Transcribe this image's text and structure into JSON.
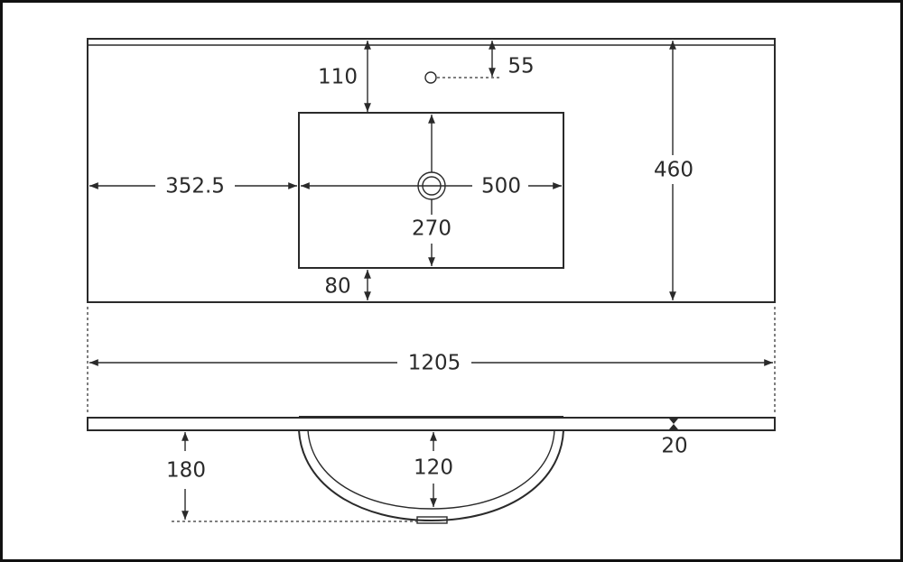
{
  "diagram": {
    "top_view": {
      "dim_tap_to_basin": "110",
      "dim_tap_hole_offset": "55",
      "dim_left_offset": "352.5",
      "dim_basin_width": "500",
      "dim_basin_depth": "270",
      "dim_front_margin": "80",
      "dim_total_depth": "460"
    },
    "overall": {
      "dim_total_width": "1205"
    },
    "side_view": {
      "dim_bowl_drop": "180",
      "dim_bowl_depth": "120",
      "dim_slab_thickness": "20"
    },
    "colors": {
      "line": "#2a2a2a",
      "background": "#ffffff"
    }
  }
}
